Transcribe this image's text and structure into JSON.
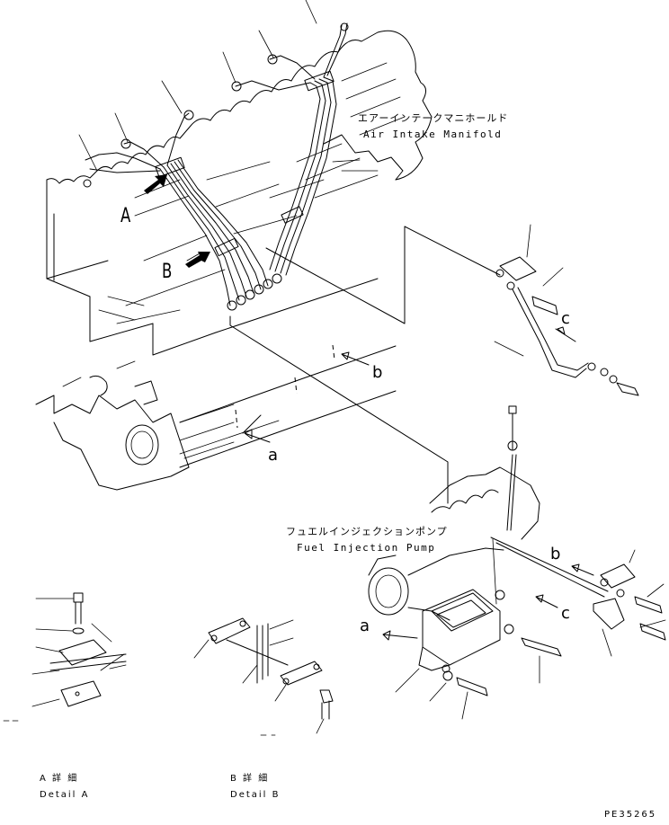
{
  "labels": {
    "manifold_jp": "エアーインテークマニホールド",
    "manifold_en": "Air Intake Manifold",
    "pump_jp": "フュエルインジェクションポンプ",
    "pump_en": "Fuel Injection Pump",
    "view_a": "A",
    "view_b": "B",
    "ref_a_top": "a",
    "ref_b_top": "b",
    "ref_c_top": "c",
    "ref_a_pump": "a",
    "ref_b_pump": "b",
    "ref_c_pump": "c",
    "detail_a_jp": "A 詳 細",
    "detail_a_en": "Detail A",
    "detail_b_jp": "B 詳 細",
    "detail_b_en": "Detail B",
    "part_code": "PE35265"
  }
}
